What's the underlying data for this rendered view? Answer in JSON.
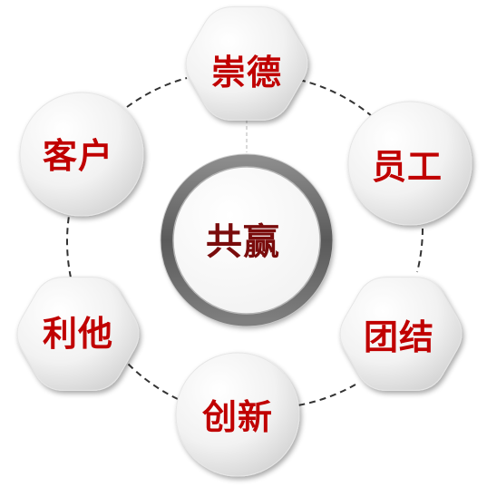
{
  "center": {
    "label": "共赢"
  },
  "nodes": [
    {
      "label": "崇德"
    },
    {
      "label": "员工"
    },
    {
      "label": "团结"
    },
    {
      "label": "创新"
    },
    {
      "label": "利他"
    },
    {
      "label": "客户"
    }
  ],
  "colors": {
    "node_text": "#c00000",
    "center_text": "#7a0c0c",
    "ring_outer": "#555555",
    "ring_highlight": "#9a9a9a",
    "connector": "#333333",
    "node_fill_light": "#ffffff",
    "node_fill_dark": "#d8d8d8"
  }
}
